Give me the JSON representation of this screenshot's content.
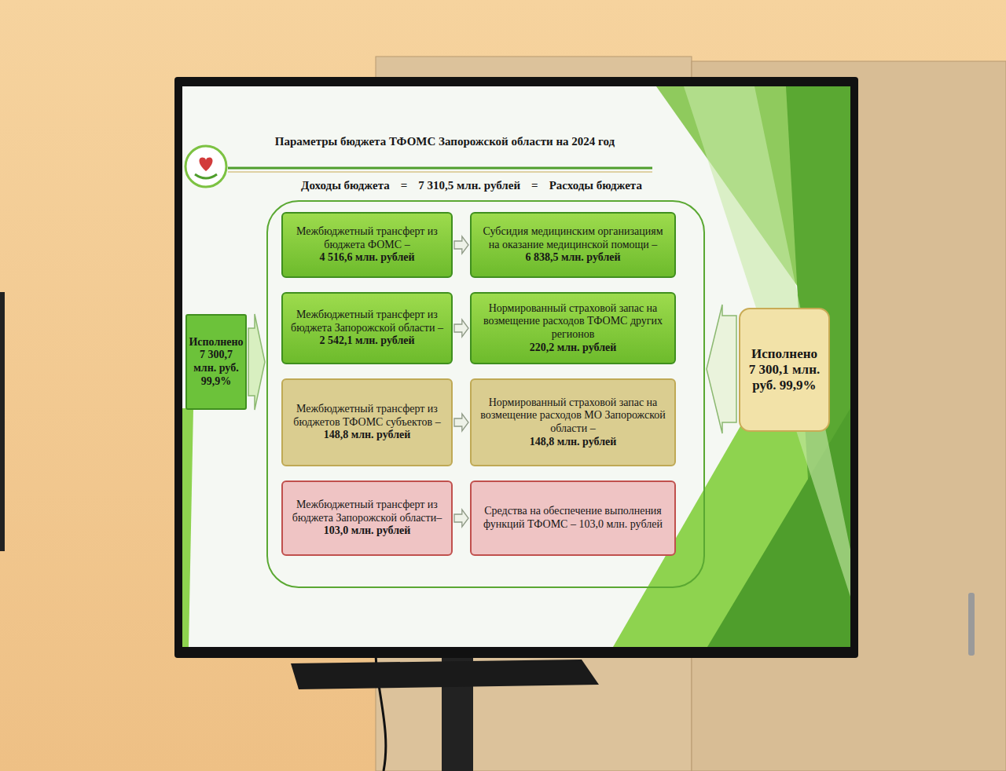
{
  "diagram": {
    "title": "Параметры бюджета ТФОМС Запорожской области на 2024 год",
    "nodes": [
      {
        "text": [
          "Исполнено 7 300,7 млн. руб. 99,9%"
        ]
      },
      {
        "text": [
          "Межбюджетный трансферт из бюджета ФОМС –",
          "4 516,6 млн. рублей"
        ]
      },
      {
        "text": [
          "Субсидия медицинским организациям на оказание медицинской помощи –",
          "6 838,5 млн. рублей"
        ]
      },
      {
        "text": [
          "Межбюджетный трансферт из бюджета Запорожской области –",
          "2 542,1 млн. рублей"
        ]
      },
      {
        "text": [
          "Нормированный страховой запас на возмещение расходов ТФОМС других регионов",
          "220,2 млн. рублей"
        ]
      },
      {
        "text": [
          "Межбюджетный трансферт из бюджетов ТФОМС субъектов –",
          "148,8 млн. рублей"
        ]
      },
      {
        "text": [
          "Нормированный страховой запас на возмещение расходов МО Запорожской области –",
          "148,8 млн. рублей"
        ]
      },
      {
        "text": [
          "Межбюджетный трансферт из бюджета Запорожской области–",
          "103,0 млн. рублей"
        ]
      },
      {
        "text": [
          "Средства на обеспечение выполнения функций ТФОМС – 103,0 млн. рублей"
        ]
      },
      {
        "text": [
          "Исполнено 7 300,1 млн. руб. 99,9%"
        ]
      }
    ],
    "edges": [
      {
        "from": 1,
        "to": 2,
        "arrow": "to"
      },
      {
        "from": 3,
        "to": 4,
        "arrow": "to"
      },
      {
        "from": 5,
        "to": 6,
        "arrow": "to"
      },
      {
        "from": 7,
        "to": 8,
        "arrow": "to"
      }
    ],
    "labels": [
      "Доходы бюджета",
      "=",
      "7 310,5 млн. рублей",
      "=",
      "Расходы бюджета"
    ]
  }
}
